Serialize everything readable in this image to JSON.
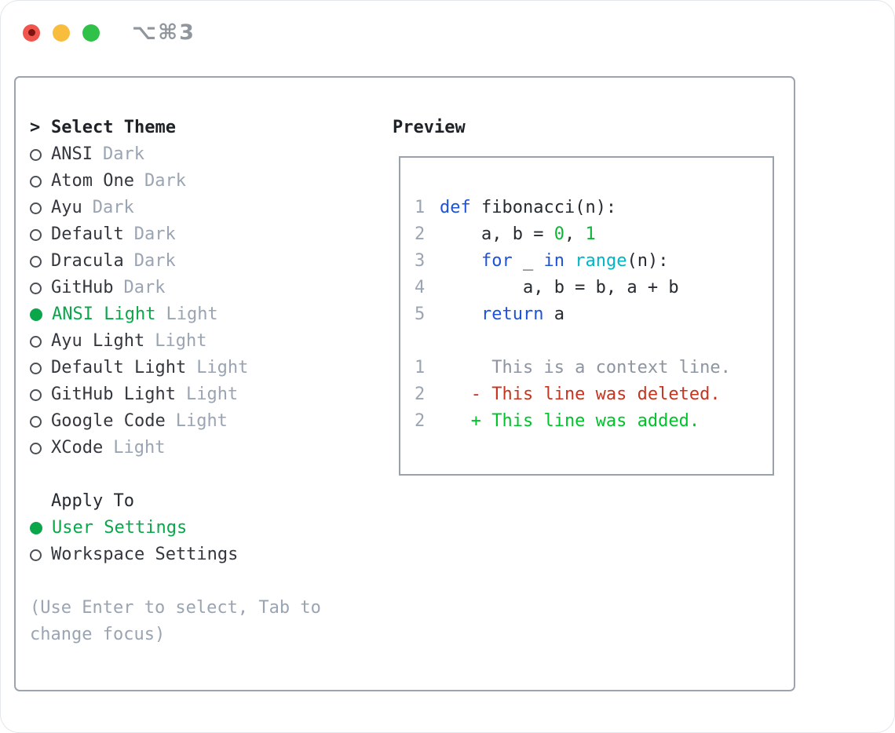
{
  "titlebar": {
    "shortcut": "⌥⌘3"
  },
  "colors": {
    "accent_green": "#0ba64a",
    "keyword_blue": "#1d53d8",
    "function_cyan": "#00b5c8",
    "number_green": "#0eb538",
    "added_green": "#00c32b",
    "deleted_red": "#c5351f",
    "dim_gray": "#9aa4b2",
    "text_dark": "#262b31",
    "panel_border": "#9ca4af",
    "traffic_red": "#f0564d",
    "traffic_yellow": "#f8bd3d",
    "traffic_green": "#2fc148"
  },
  "theme_selector": {
    "cursor": ">",
    "title": "Select Theme",
    "items": [
      {
        "label": "ANSI",
        "variant": "Dark",
        "selected": false
      },
      {
        "label": "Atom One",
        "variant": "Dark",
        "selected": false
      },
      {
        "label": "Ayu",
        "variant": "Dark",
        "selected": false
      },
      {
        "label": "Default",
        "variant": "Dark",
        "selected": false
      },
      {
        "label": "Dracula",
        "variant": "Dark",
        "selected": false
      },
      {
        "label": "GitHub",
        "variant": "Dark",
        "selected": false
      },
      {
        "label": "ANSI Light",
        "variant": "Light",
        "selected": true
      },
      {
        "label": "Ayu Light",
        "variant": "Light",
        "selected": false
      },
      {
        "label": "Default Light",
        "variant": "Light",
        "selected": false
      },
      {
        "label": "GitHub Light",
        "variant": "Light",
        "selected": false
      },
      {
        "label": "Google Code",
        "variant": "Light",
        "selected": false
      },
      {
        "label": "XCode",
        "variant": "Light",
        "selected": false
      }
    ]
  },
  "apply_to": {
    "title": "Apply To",
    "options": [
      {
        "label": "User Settings",
        "selected": true
      },
      {
        "label": "Workspace Settings",
        "selected": false
      }
    ]
  },
  "help_text": "(Use Enter to select, Tab to change focus)",
  "preview": {
    "title": "Preview",
    "code_lines": [
      {
        "num": "1",
        "tokens": [
          {
            "t": "def",
            "c": "kw"
          },
          {
            "t": " fibonacci(n):",
            "c": "fg"
          }
        ]
      },
      {
        "num": "2",
        "tokens": [
          {
            "t": "    a, b = ",
            "c": "fg"
          },
          {
            "t": "0",
            "c": "num"
          },
          {
            "t": ", ",
            "c": "fg"
          },
          {
            "t": "1",
            "c": "num"
          }
        ]
      },
      {
        "num": "3",
        "tokens": [
          {
            "t": "    ",
            "c": "fg"
          },
          {
            "t": "for",
            "c": "kw"
          },
          {
            "t": " _ ",
            "c": "fg"
          },
          {
            "t": "in",
            "c": "kw"
          },
          {
            "t": " ",
            "c": "fg"
          },
          {
            "t": "range",
            "c": "fn"
          },
          {
            "t": "(n):",
            "c": "fg"
          }
        ]
      },
      {
        "num": "4",
        "tokens": [
          {
            "t": "        a, b = b, a + b",
            "c": "fg"
          }
        ]
      },
      {
        "num": "5",
        "tokens": [
          {
            "t": "    ",
            "c": "fg"
          },
          {
            "t": "return",
            "c": "kw"
          },
          {
            "t": " a",
            "c": "fg"
          }
        ]
      },
      {
        "num": "",
        "tokens": []
      },
      {
        "num": "1",
        "tokens": [
          {
            "t": "     This is a context line.",
            "c": "ctx"
          }
        ]
      },
      {
        "num": "2",
        "tokens": [
          {
            "t": "   - This line was deleted.",
            "c": "del"
          }
        ]
      },
      {
        "num": "2",
        "tokens": [
          {
            "t": "   + This line was added.",
            "c": "add"
          }
        ]
      }
    ]
  }
}
